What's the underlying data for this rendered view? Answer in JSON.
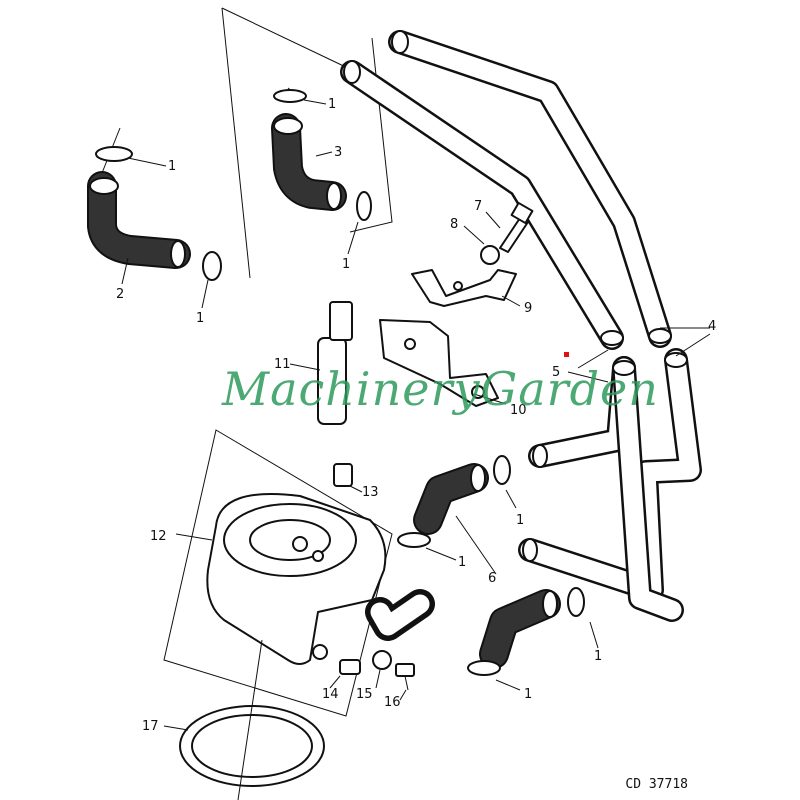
{
  "callouts": {
    "clamp": "1",
    "hose_lower": "2",
    "hose_upper": "3",
    "pipe_4": "4",
    "pipe_5": "5",
    "hose_6": "6",
    "bolt": "7",
    "washer": "8",
    "bracket_9": "9",
    "bracket_10": "10",
    "stud": "11",
    "oil_cooler": "12",
    "plug": "13",
    "fitting_14": "14",
    "washer_15": "15",
    "screw_16": "16",
    "seal_ring": "17"
  },
  "watermark": "MachineryGarden",
  "reference": "CD 37718",
  "colors": {
    "ink": "#111111",
    "watermark": "#2e9b5c",
    "marker": "#e01010"
  }
}
